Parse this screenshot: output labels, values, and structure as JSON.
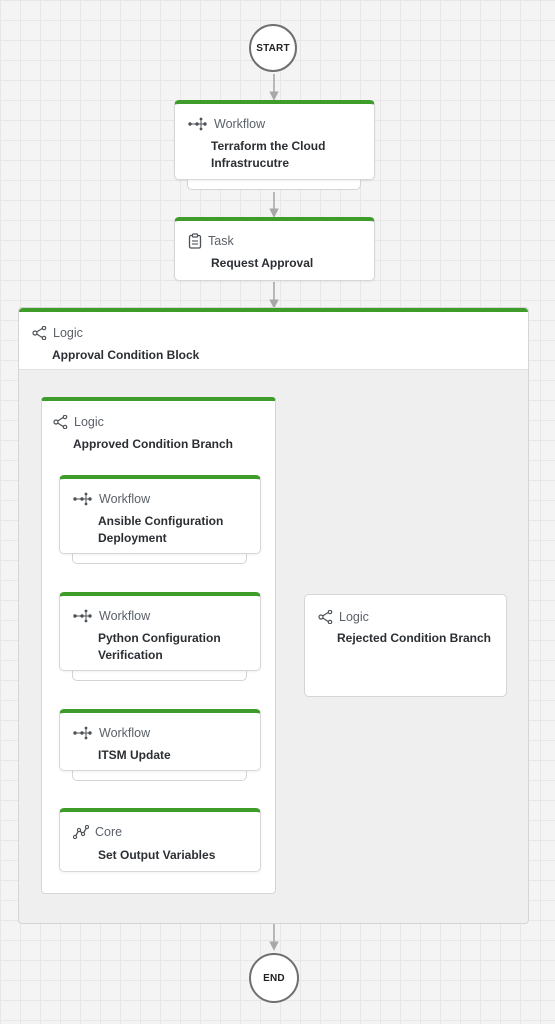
{
  "start": {
    "label": "START"
  },
  "end": {
    "label": "END"
  },
  "nodes": {
    "terraform": {
      "type": "Workflow",
      "title": "Terraform the Cloud Infrastrucutre",
      "icon": "workflow-icon"
    },
    "request_approval": {
      "type": "Task",
      "title": "Request Approval",
      "icon": "clipboard-icon"
    },
    "approval_block": {
      "type": "Logic",
      "title": "Approval Condition Block",
      "icon": "branch-icon"
    },
    "approved_branch": {
      "type": "Logic",
      "title": "Approved Condition Branch",
      "icon": "branch-icon"
    },
    "ansible": {
      "type": "Workflow",
      "title": "Ansible Configuration Deployment",
      "icon": "workflow-icon"
    },
    "python": {
      "type": "Workflow",
      "title": "Python Configuration Verification",
      "icon": "workflow-icon"
    },
    "itsm": {
      "type": "Workflow",
      "title": "ITSM Update",
      "icon": "workflow-icon"
    },
    "output": {
      "type": "Core",
      "title": "Set Output Variables",
      "icon": "core-icon"
    },
    "rejected_branch": {
      "type": "Logic",
      "title": "Rejected Condition Branch",
      "icon": "branch-icon"
    }
  },
  "colors": {
    "accent": "#3f9b2a",
    "connector": "#a8a8a8",
    "background": "#f4f4f4"
  }
}
